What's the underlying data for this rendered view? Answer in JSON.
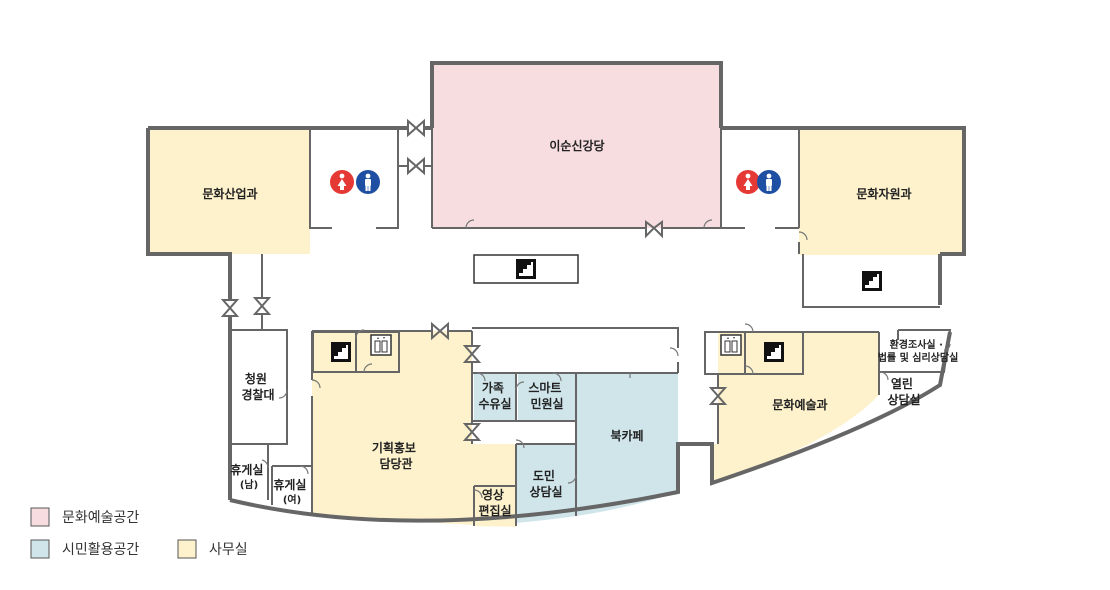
{
  "colors": {
    "culture_art": "#f7dde0",
    "civic_use": "#cfe5ea",
    "office": "#fdf2cc",
    "wall": "#666666",
    "restroom_female": "#e53935",
    "restroom_male": "#1e4fa3"
  },
  "rooms": {
    "auditorium": "이순신강당",
    "culture_industry": "문화산업과",
    "culture_resource": "문화자원과",
    "police_lines": [
      "청원",
      "경찰대"
    ],
    "planning_pr_lines": [
      "기획홍보",
      "담당관"
    ],
    "family_nursing_lines": [
      "가족",
      "수유실"
    ],
    "smart_civil_lines": [
      "스마트",
      "민원실"
    ],
    "book_cafe": "북카페",
    "citizen_consult_lines": [
      "도민",
      "상담실"
    ],
    "video_edit_lines": [
      "영상",
      "편집실"
    ],
    "lounge_male_lines": [
      "휴게실",
      "(남)"
    ],
    "lounge_female_lines": [
      "휴게실",
      "(여)"
    ],
    "culture_art_dept": "문화예술과",
    "env_legal_lines": [
      "환경조사실 ·",
      "법률 및 심리상담실"
    ],
    "open_consult_lines": [
      "열린",
      "상담실"
    ]
  },
  "legend": [
    {
      "label": "문화예술공간",
      "color": "#f7dde0"
    },
    {
      "label": "시민활용공간",
      "color": "#cfe5ea"
    },
    {
      "label": "사무실",
      "color": "#fdf2cc"
    }
  ],
  "icons": {
    "stairs": "stairs-icon",
    "elevator": "elevator-icon",
    "restroom": "restroom-icon"
  }
}
